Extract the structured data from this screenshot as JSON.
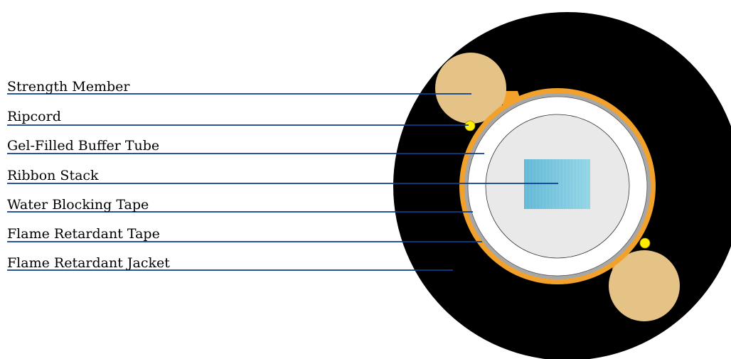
{
  "diagram": {
    "labels": [
      {
        "id": "strength-member",
        "text": "Strength Member"
      },
      {
        "id": "ripcord",
        "text": "Ripcord"
      },
      {
        "id": "gel-filled-buffer-tube",
        "text": "Gel-Filled Buffer Tube"
      },
      {
        "id": "ribbon-stack",
        "text": "Ribbon Stack"
      },
      {
        "id": "water-blocking-tape",
        "text": "Water Blocking Tape"
      },
      {
        "id": "flame-retardant-tape",
        "text": "Flame Retardant Tape"
      },
      {
        "id": "flame-retardant-jacket",
        "text": "Flame Retardant Jacket"
      }
    ],
    "colors": {
      "jacket": "#000000",
      "strength_member": "#E5C285",
      "ripcord": "#FFEE00",
      "flame_retardant_tape": "#F2A22B",
      "water_blocking_tape": "#A7A7A7",
      "buffer_tube": "#FFFFFF",
      "gel": "#E9E9E9",
      "ribbon_stack": "#5BC2DE",
      "leader_line": "#0B3D8C"
    }
  }
}
